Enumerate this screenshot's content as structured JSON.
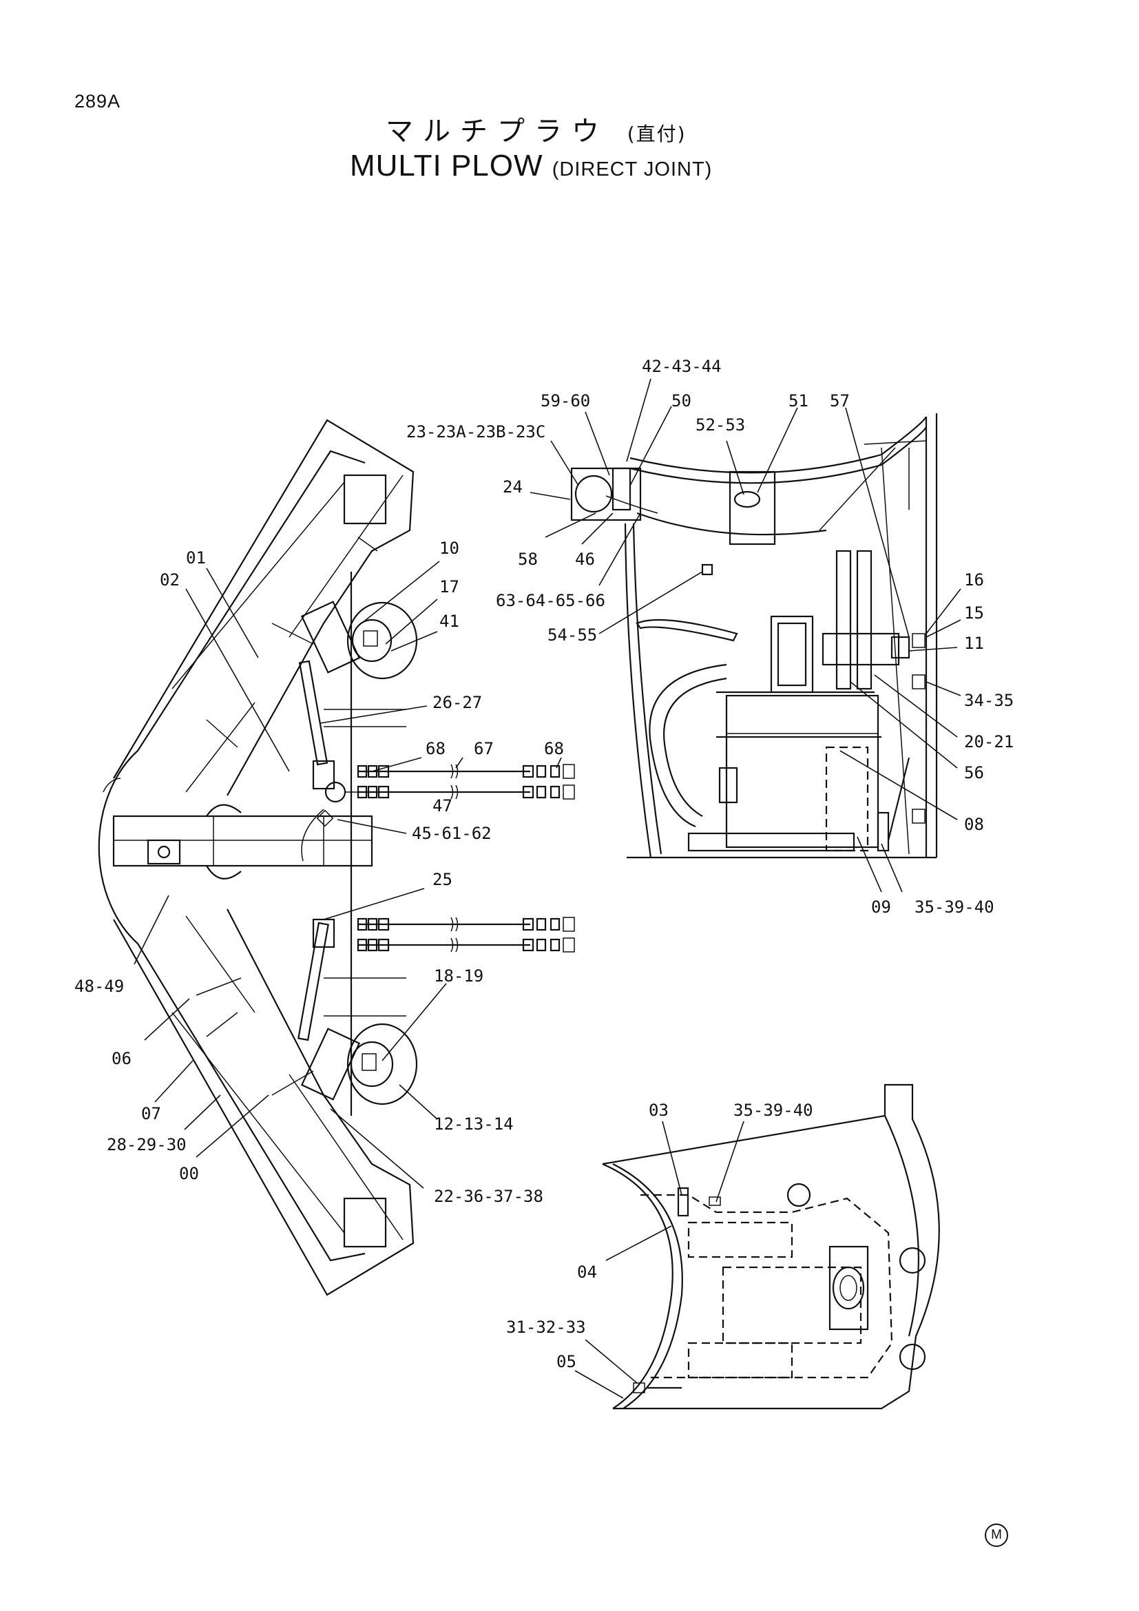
{
  "header": {
    "page_id": "289A",
    "title_jp": "マルチプラウ",
    "title_jp_sub": "(直付)",
    "title_en": "MULTI PLOW",
    "title_en_sub": "(DIRECT JOINT)"
  },
  "mark": "M",
  "views": {
    "plan_view": {
      "labels": [
        "01",
        "02",
        "10",
        "17",
        "41",
        "26-27",
        "68",
        "67",
        "68",
        "47",
        "45-61-62",
        "25",
        "18-19",
        "48-49",
        "06",
        "07",
        "28-29-30",
        "00",
        "12-13-14",
        "22-36-37-38"
      ]
    },
    "side_view": {
      "labels": [
        "42-43-44",
        "59-60",
        "50",
        "51",
        "57",
        "52-53",
        "23-23A-23B-23C",
        "24",
        "58",
        "46",
        "63-64-65-66",
        "54-55",
        "16",
        "15",
        "11",
        "34-35",
        "20-21",
        "56",
        "08",
        "09",
        "35-39-40"
      ]
    },
    "bottom_view": {
      "labels": [
        "03",
        "35-39-40",
        "04",
        "31-32-33",
        "05"
      ]
    }
  }
}
